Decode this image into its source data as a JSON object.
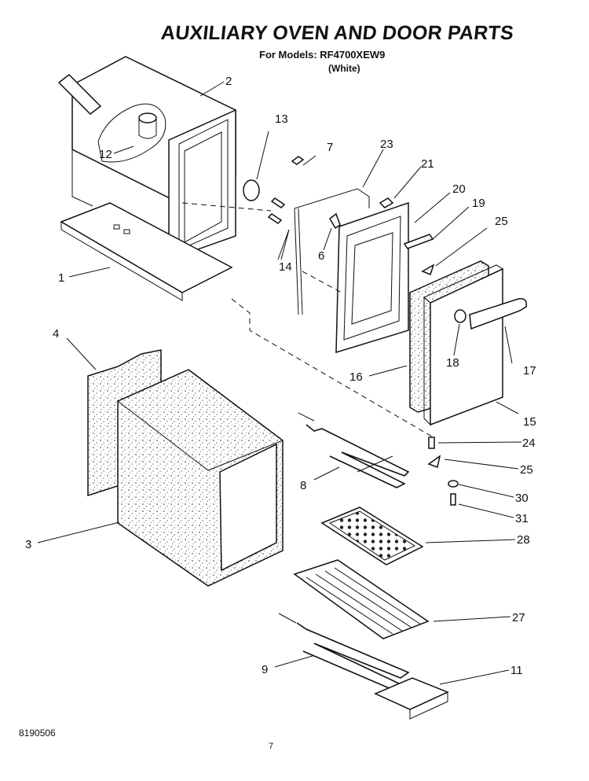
{
  "header": {
    "title": "AUXILIARY OVEN AND DOOR PARTS",
    "models_line": "For Models: RF4700XEW9",
    "color_line": "(White)"
  },
  "footer": {
    "doc_number": "8190506",
    "page_number": "7"
  },
  "callouts": {
    "c1": "1",
    "c2": "2",
    "c3": "3",
    "c4": "4",
    "c6": "6",
    "c7": "7",
    "c8": "8",
    "c9": "9",
    "c11": "11",
    "c12": "12",
    "c13": "13",
    "c14": "14",
    "c15": "15",
    "c16": "16",
    "c17": "17",
    "c18": "18",
    "c19": "19",
    "c20": "20",
    "c21": "21",
    "c23": "23",
    "c24": "24",
    "c25a": "25",
    "c25b": "25",
    "c27": "27",
    "c28": "28",
    "c30": "30",
    "c31": "31"
  }
}
